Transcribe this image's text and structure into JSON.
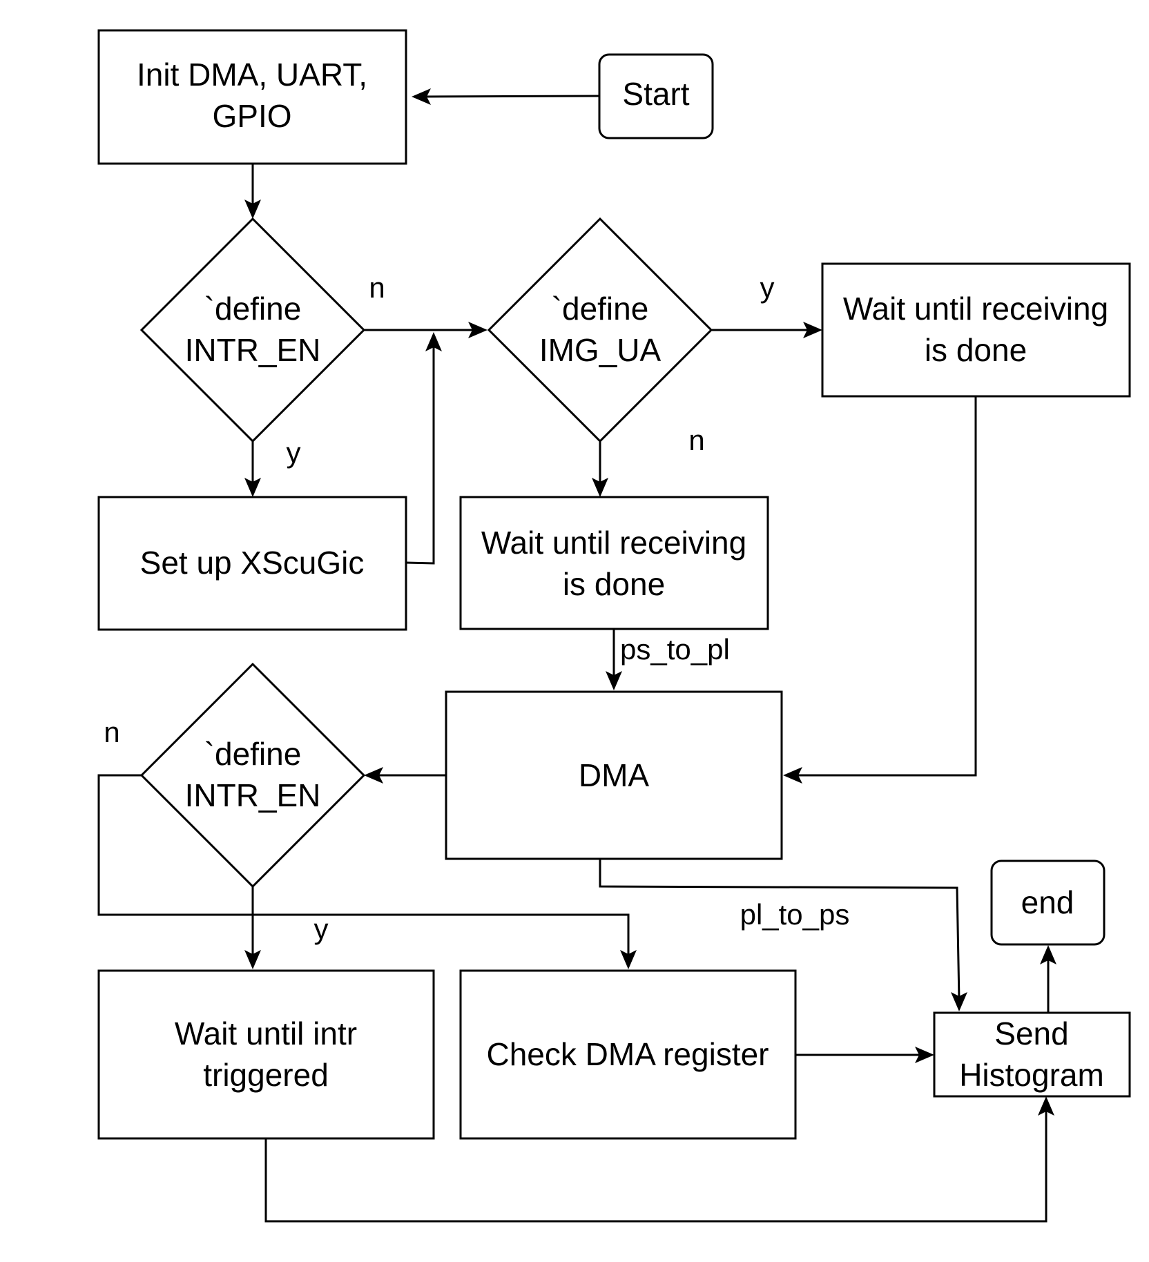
{
  "nodes": {
    "start": "Start",
    "init": [
      "Init DMA, UART,",
      "GPIO"
    ],
    "define_intr_top": [
      "`define",
      "INTR_EN"
    ],
    "define_img_ua": [
      "`define",
      "IMG_UA"
    ],
    "wait_recv_right": [
      "Wait until receiving",
      "is done"
    ],
    "setup_xscugic": "Set up XScuGic",
    "wait_recv_mid": [
      "Wait until receiving",
      "is done"
    ],
    "dma": "DMA",
    "define_intr_bottom": [
      "`define",
      "INTR_EN"
    ],
    "wait_intr": [
      "Wait until intr",
      "triggered"
    ],
    "check_dma": "Check DMA register",
    "send_hist": [
      "Send",
      "Histogram"
    ],
    "end": "end"
  },
  "edge_labels": {
    "intr_top_no": "n",
    "intr_top_yes": "y",
    "img_ua_yes": "y",
    "img_ua_no": "n",
    "ps_to_pl": "ps_to_pl",
    "intr_bottom_no": "n",
    "intr_bottom_yes": "y",
    "pl_to_ps": "pl_to_ps"
  }
}
